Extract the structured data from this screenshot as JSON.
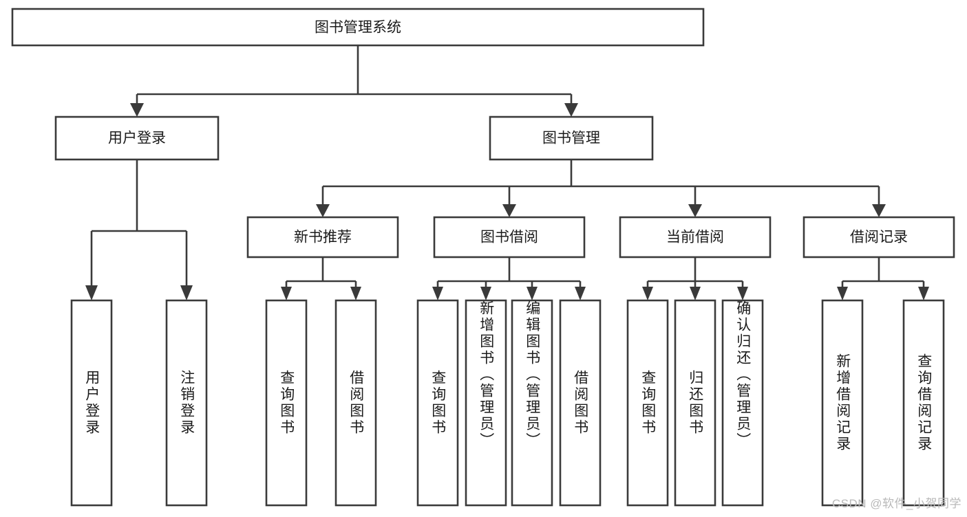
{
  "diagram": {
    "title_node": {
      "label": "图书管理系统"
    },
    "level2": [
      {
        "id": "user-login",
        "label": "用户登录"
      },
      {
        "id": "book-manage",
        "label": "图书管理"
      }
    ],
    "level3": [
      {
        "id": "new-book-recommend",
        "label": "新书推荐"
      },
      {
        "id": "book-borrow",
        "label": "图书借阅"
      },
      {
        "id": "current-borrow",
        "label": "当前借阅"
      },
      {
        "id": "borrow-record",
        "label": "借阅记录"
      }
    ],
    "leaves": {
      "user_login": [
        {
          "id": "leaf-user-login",
          "label": "用户登录"
        },
        {
          "id": "leaf-logout-login",
          "label": "注销登录"
        }
      ],
      "new_book_recommend": [
        {
          "id": "leaf-query-book-1",
          "label": "查询图书"
        },
        {
          "id": "leaf-borrow-book-1",
          "label": "借阅图书"
        }
      ],
      "book_borrow": [
        {
          "id": "leaf-query-book-2",
          "label": "查询图书"
        },
        {
          "id": "leaf-add-book",
          "label": "新增图书（管理员）"
        },
        {
          "id": "leaf-edit-book",
          "label": "编辑图书（管理员）"
        },
        {
          "id": "leaf-borrow-book-2",
          "label": "借阅图书"
        }
      ],
      "current_borrow": [
        {
          "id": "leaf-query-book-3",
          "label": "查询图书"
        },
        {
          "id": "leaf-return-book",
          "label": "归还图书"
        },
        {
          "id": "leaf-confirm-return",
          "label": "确认归还（管理员）"
        }
      ],
      "borrow_record": [
        {
          "id": "leaf-add-record",
          "label": "新增借阅记录"
        },
        {
          "id": "leaf-query-record",
          "label": "查询借阅记录"
        }
      ]
    }
  },
  "watermark": {
    "text": "CSDN @软件_小贺同学"
  },
  "colors": {
    "stroke": "#3a3a3a",
    "box_fill": "#ffffff",
    "text": "#1b1b1b",
    "watermark": "#b9b9b9",
    "background": "#ffffff"
  }
}
